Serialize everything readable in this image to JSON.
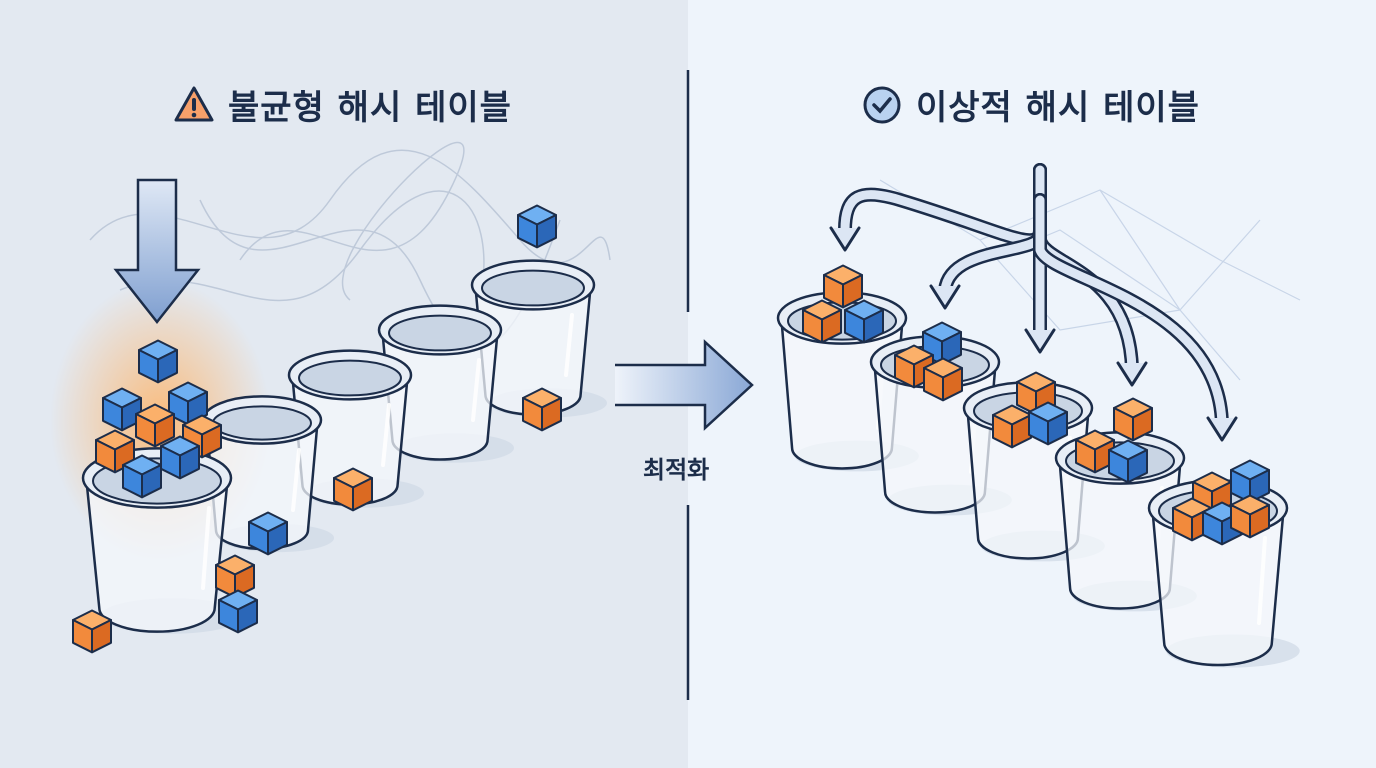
{
  "left_panel": {
    "title": "불균형 해시 테이블",
    "icon": "warning-icon",
    "accent": "#f28a3c"
  },
  "right_panel": {
    "title": "이상적 해시 테이블",
    "icon": "check-circle-icon",
    "accent": "#3d86dc"
  },
  "transition": {
    "label": "최적화"
  },
  "colors": {
    "orange_cube": "#f28a3c",
    "blue_cube": "#3d86dc",
    "outline": "#1c2d4a"
  }
}
